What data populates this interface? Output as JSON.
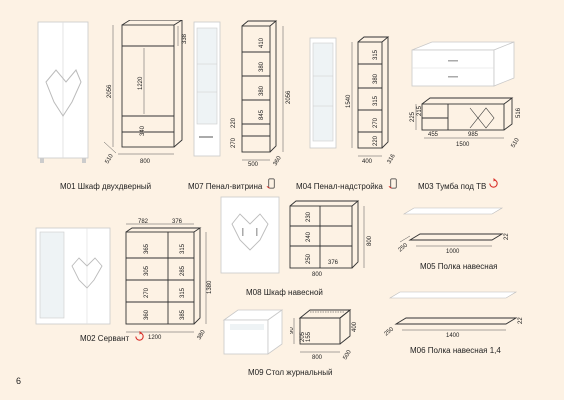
{
  "page_number": "6",
  "products": {
    "m01": {
      "label": "М01 Шкаф двухдверный",
      "dims": {
        "h": "2056",
        "w": "800",
        "d": "510",
        "inner": "1220",
        "top": "338",
        "bottom": "340"
      }
    },
    "m07": {
      "label": "М07  Пенал-витрина",
      "dims": {
        "h": "2056",
        "w": "500",
        "d": "360",
        "s1": "410",
        "s2": "380",
        "s3": "380",
        "s4": "845",
        "s5": "270",
        "s6": "220"
      }
    },
    "m04": {
      "label": "М04  Пенал-надстройка",
      "dims": {
        "h": "1540",
        "w": "400",
        "d": "316",
        "s1": "315",
        "s2": "380",
        "s3": "315",
        "s4": "270",
        "s5": "220"
      }
    },
    "m03": {
      "label": "М03 Тумба под ТВ",
      "dims": {
        "w": "1500",
        "d": "516",
        "h1": "225",
        "h2": "215",
        "a": "455",
        "b": "985",
        "c": "510"
      }
    },
    "m02": {
      "label": "М02 Сервант",
      "dims": {
        "w": "1200",
        "h": "1380",
        "d": "380",
        "w1": "782",
        "w2": "376",
        "s1": "365",
        "s2": "305",
        "s3": "270",
        "s4": "360",
        "s5": "315",
        "s6": "285",
        "s7": "315",
        "s8": "385"
      }
    },
    "m08": {
      "label": "М08 Шкаф навесной",
      "dims": {
        "w": "800",
        "h": "800",
        "a": "230",
        "b": "240",
        "c": "250",
        "d": "376"
      }
    },
    "m09": {
      "label": "М09 Стол журнальный",
      "dims": {
        "w": "800",
        "d": "500",
        "h": "400",
        "a": "90",
        "b": "205",
        "c": "155"
      }
    },
    "m05": {
      "label": "М05 Полка навесная",
      "dims": {
        "w": "1000",
        "d": "250",
        "h": "22"
      }
    },
    "m06": {
      "label": "М06 Полка навесная 1,4",
      "dims": {
        "w": "1400",
        "d": "250",
        "h": "22"
      }
    }
  },
  "icons": {
    "rotate": "rotate-arrow-icon",
    "phone": "phone-icon"
  },
  "colors": {
    "background": "#fdf2e4",
    "accent": "#d9302a",
    "furniture": "#ffffff"
  }
}
